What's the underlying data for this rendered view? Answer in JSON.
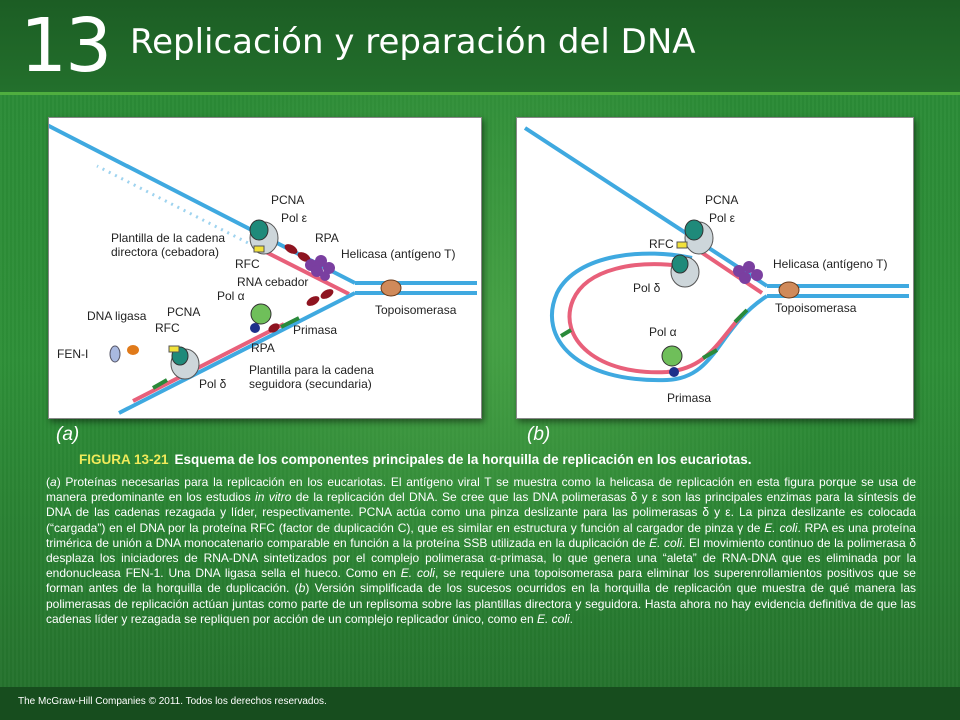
{
  "header": {
    "chapter": "13",
    "title": "Replicación y reparación del DNA"
  },
  "figure_a": {
    "panel_label": "(a)",
    "labels": {
      "pcna_top": "PCNA",
      "pol_e": "Pol ε",
      "rpa_top": "RPA",
      "leading_template_1": "Plantilla de la cadena",
      "leading_template_2": "directora (cebadora)",
      "rfc_top": "RFC",
      "helicase": "Helicasa (antígeno T)",
      "rna_primer": "RNA cebador",
      "pol_a": "Pol α",
      "topo": "Topoisomerasa",
      "dna_ligase": "DNA ligasa",
      "pcna_bottom": "PCNA",
      "rfc_bottom": "RFC",
      "primase": "Primasa",
      "fen1": "FEN-I",
      "rpa_bottom": "RPA",
      "lagging_template_1": "Plantilla para la cadena",
      "lagging_template_2": "seguidora (secundaria)",
      "pol_d": "Pol δ"
    }
  },
  "figure_b": {
    "panel_label": "(b)",
    "labels": {
      "pcna": "PCNA",
      "pol_e": "Pol ε",
      "rfc": "RFC",
      "helicase": "Helicasa (antígeno T)",
      "pol_d": "Pol δ",
      "topo": "Topoisomerasa",
      "pol_a": "Pol α",
      "primase": "Primasa"
    }
  },
  "caption": {
    "fig_number": "FIGURA 13-21",
    "fig_title": "Esquema de los componentes principales de la horquilla de replicación en los eucariotas."
  },
  "body_parts": [
    {
      "t": "(",
      "i": false
    },
    {
      "t": "a",
      "i": true
    },
    {
      "t": ") Proteínas necesarias para la replicación en los eucariotas. El antígeno viral T se muestra como la helicasa de replicación en esta figura porque se usa de manera predominante en los estudios ",
      "i": false
    },
    {
      "t": "in vitro",
      "i": true
    },
    {
      "t": " de la replicación del DNA. Se cree que las DNA polimerasas δ y ε son las principales enzimas para la síntesis de DNA de las cadenas rezagada y líder, respectivamente. PCNA actúa como una pinza deslizante para las polimerasas δ y ε. La pinza deslizante es colocada (“cargada”) en el DNA por la proteína RFC (factor de duplicación C), que es similar en estructura y función al cargador de pinza γ de ",
      "i": false
    },
    {
      "t": "E. coli",
      "i": true
    },
    {
      "t": ". RPA es una proteína trimérica de unión a DNA monocatenario comparable en función a la proteína SSB utilizada en la duplicación de ",
      "i": false
    },
    {
      "t": "E. coli",
      "i": true
    },
    {
      "t": ". El movimiento continuo de la polimerasa δ desplaza los iniciadores de RNA-DNA sintetizados por el complejo polimerasa α-primasa, lo que genera una “aleta” de RNA-DNA que es eliminada por la endonucleasa FEN-1. Una DNA ligasa sella el hueco. Como en ",
      "i": false
    },
    {
      "t": "E. coli",
      "i": true
    },
    {
      "t": ", se requiere una topoisomerasa para eliminar los superenrollamientos positivos que se forman antes de la horquilla de duplicación. (",
      "i": false
    },
    {
      "t": "b",
      "i": true
    },
    {
      "t": ") Versión simplificada de los sucesos ocurridos en la horquilla de replicación que muestra de qué manera las polimerasas de replicación actúan juntas como parte de un replisoma sobre las plantillas directora y seguidora. Hasta ahora no hay evidencia definitiva de que las cadenas líder y rezagada se repliquen por acción de un complejo replicador único, como en ",
      "i": false
    },
    {
      "t": "E. coli",
      "i": true
    },
    {
      "t": ".",
      "i": false
    }
  ],
  "footer": {
    "copyright": "The McGraw-Hill Companies © 2011. Todos los derechos reservados."
  },
  "colors": {
    "background": "#2a8a36",
    "header": "#1c5d24",
    "caption_number": "#f0ea5a",
    "strand_blue": "#3fa9e0",
    "strand_red": "#e8607a"
  }
}
